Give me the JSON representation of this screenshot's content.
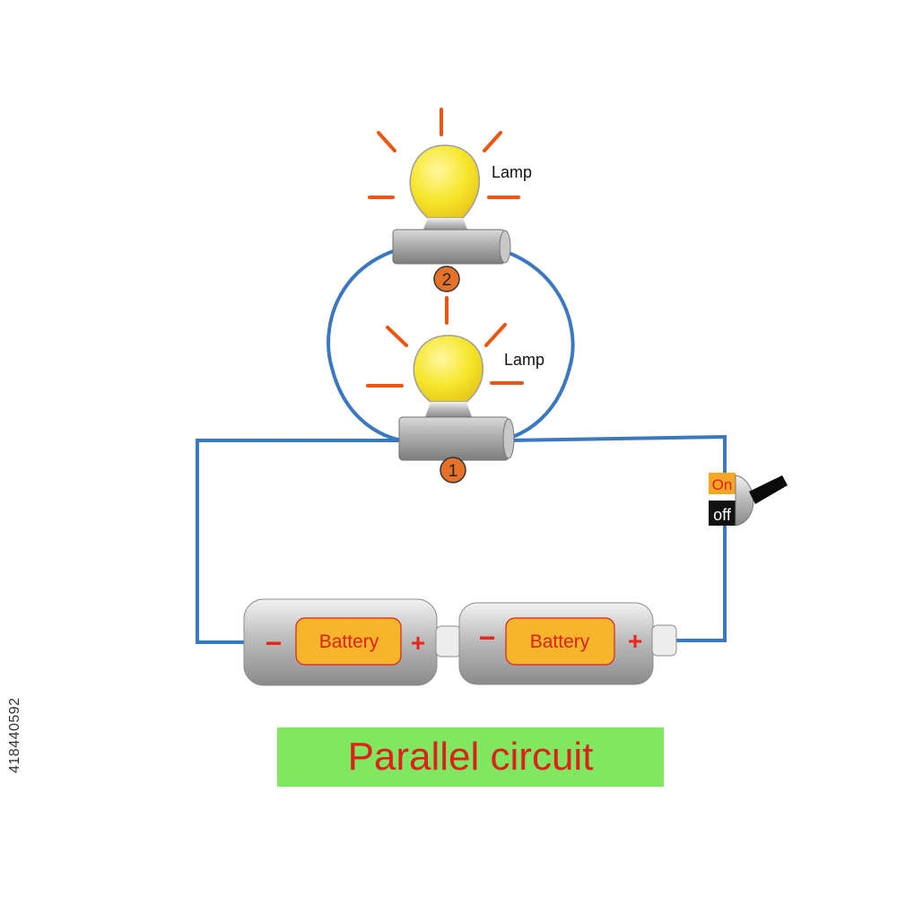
{
  "diagram": {
    "title": "Parallel circuit",
    "lamps": [
      {
        "label": "Lamp",
        "number": "2"
      },
      {
        "label": "Lamp",
        "number": "1"
      }
    ],
    "batteries": [
      {
        "label": "Battery",
        "negative": "−",
        "positive": "+"
      },
      {
        "label": "Battery",
        "negative": "−",
        "positive": "+"
      }
    ],
    "switch": {
      "on_label": "On",
      "off_label": "off"
    },
    "stock_id": "418440592"
  },
  "colors": {
    "wire": "#3a78c2",
    "bulb": "#f6e62b",
    "ray": "#ee5510",
    "badge": "#e6722a",
    "battery_label_bg": "#f7b52c",
    "terminal_sign": "#e8261c",
    "title_bg": "#7fe860",
    "title_text": "#e0201c"
  }
}
